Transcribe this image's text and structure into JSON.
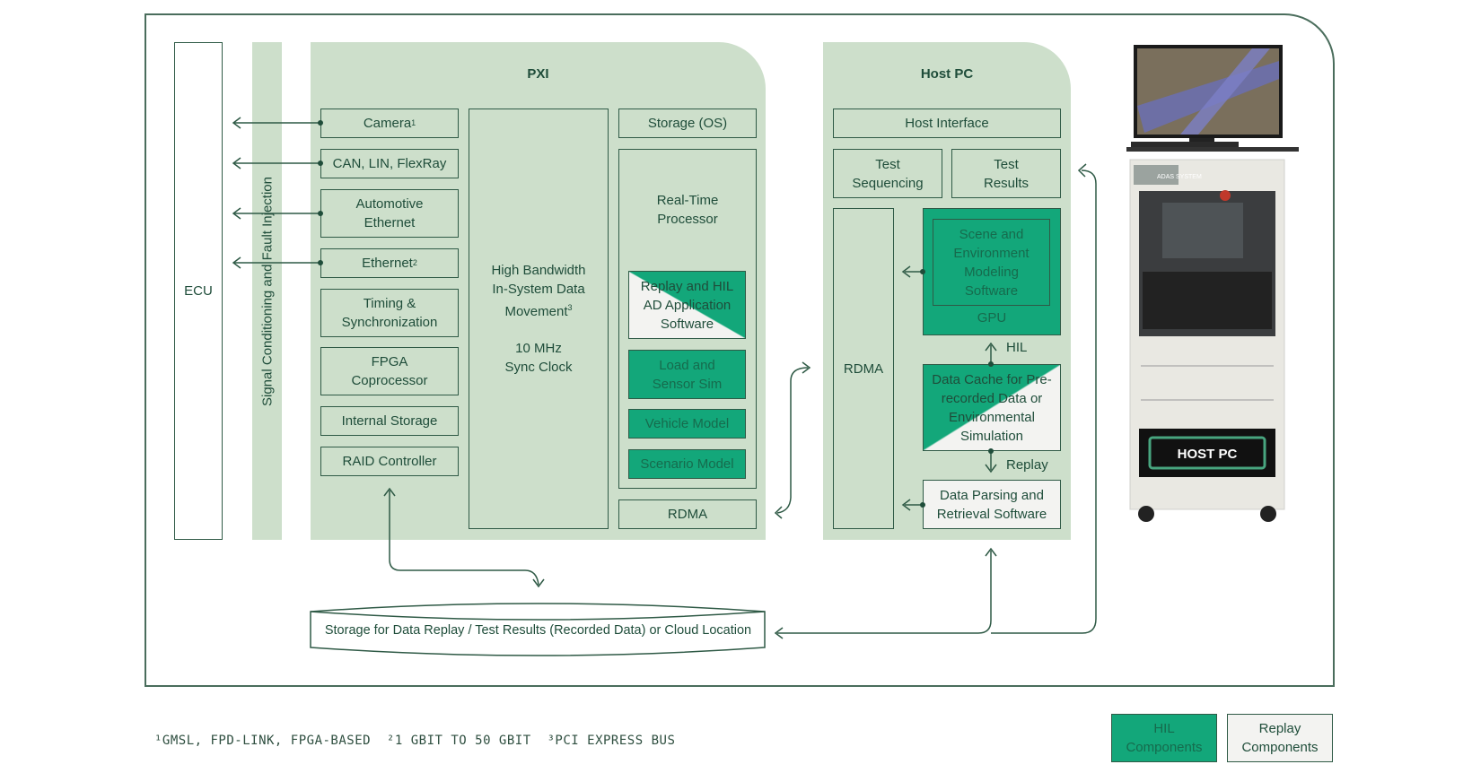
{
  "ecu": {
    "label": "ECU"
  },
  "signal_conditioning": {
    "label": "Signal Conditioning and Fault Injection"
  },
  "pxi": {
    "title": "PXI",
    "io_modules": [
      {
        "label": "Camera",
        "sup": "1"
      },
      {
        "label": "CAN, LIN, FlexRay"
      },
      {
        "label": "Automotive Ethernet"
      },
      {
        "label": "Ethernet",
        "sup": "2"
      },
      {
        "label": "Timing & Synchronization"
      },
      {
        "label": "FPGA Coprocessor"
      },
      {
        "label": "Internal Storage"
      },
      {
        "label": "RAID Controller"
      }
    ],
    "bus": {
      "line1": "High Bandwidth",
      "line2": "In-System Data",
      "line3": "Movement",
      "sup": "3",
      "clock1": "10 MHz",
      "clock2": "Sync Clock"
    },
    "storage_os": "Storage (OS)",
    "rt_processor": {
      "line1": "Real-Time",
      "line2": "Processor"
    },
    "rt_software": [
      {
        "label": "Replay and HIL AD Application Software",
        "type": "split"
      },
      {
        "label": "Load and Sensor Sim",
        "type": "hil"
      },
      {
        "label": "Vehicle Model",
        "type": "hil"
      },
      {
        "label": "Scenario Model",
        "type": "hil"
      }
    ],
    "rdma": "RDMA"
  },
  "host_pc": {
    "title": "Host PC",
    "host_interface": "Host Interface",
    "test_sequencing": "Test Sequencing",
    "test_results": "Test Results",
    "rdma": "RDMA",
    "gpu_software": "Scene and Environment Modeling Software",
    "gpu": "GPU",
    "hil_flow": "HIL",
    "data_cache": "Data Cache for Pre-recorded Data or Environmental Simulation",
    "replay_flow": "Replay",
    "parsing": "Data Parsing and Retrieval Software"
  },
  "storage": {
    "label": "Storage for Data Replay / Test Results (Recorded Data) or Cloud Location"
  },
  "rack_photo": {
    "badge": "ADAS SYSTEM",
    "panel_label": "HOST PC"
  },
  "footnotes": "¹GMSL, FPD-LINK, FPGA-BASED  ²1 GBIT TO 50 GBIT  ³PCI EXPRESS BUS",
  "legend": [
    {
      "label": "HIL Components",
      "color": "#13a77a"
    },
    {
      "label": "Replay Components",
      "color": "#f3f3f1"
    }
  ],
  "colors": {
    "band": "#cddfcb",
    "hil": "#13a77a",
    "replay": "#f3f3f1",
    "line": "#2f5a46"
  }
}
